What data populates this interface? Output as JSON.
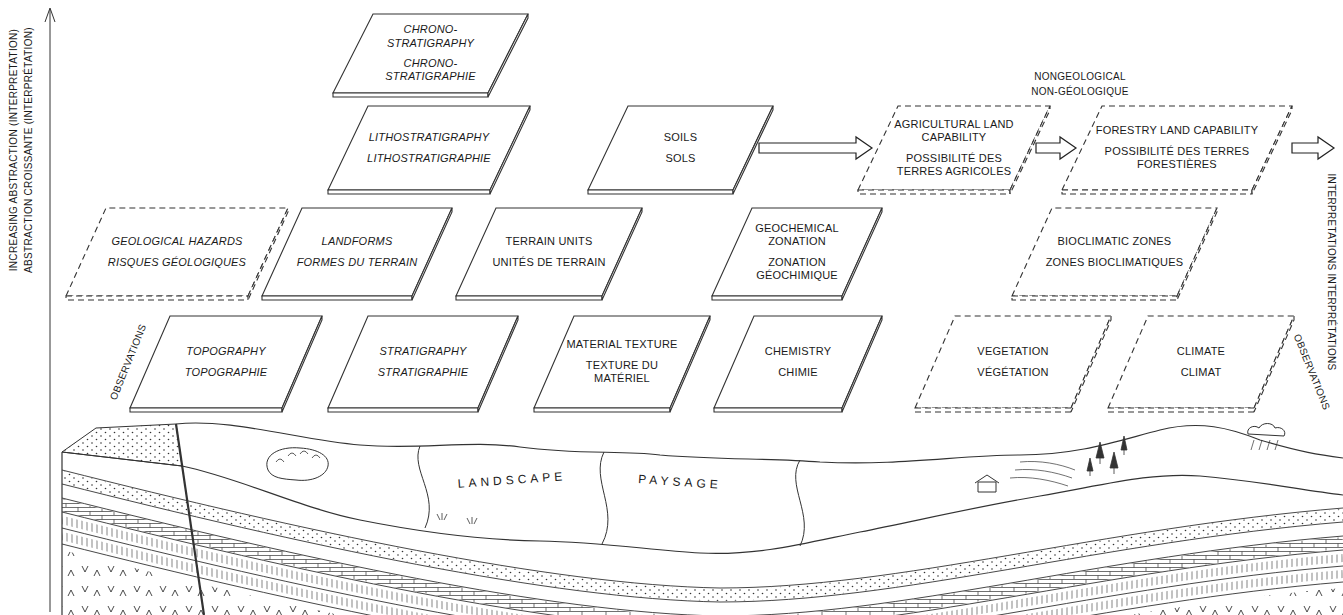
{
  "diagram": {
    "nodes": [
      {
        "text": [
          "CHRONO- STRATIGRAPHY",
          "CHRONO- STRATIGRAPHIE"
        ]
      },
      {
        "text": [
          "LITHOSTRATIGRAPHY",
          "LITHOSTRATIGRAPHIE"
        ]
      },
      {
        "text": [
          "SOILS",
          "SOLS"
        ]
      },
      {
        "text": [
          "AGRICULTURAL LAND CAPABILITY",
          "POSSIBILITÉ DES TERRES AGRICOLES"
        ]
      },
      {
        "text": [
          "FORESTRY LAND CAPABILITY",
          "POSSIBILITÉ DES TERRES FORESTIÈRES"
        ]
      },
      {
        "text": [
          "GEOLOGICAL HAZARDS",
          "RISQUES GÉOLOGIQUES"
        ]
      },
      {
        "text": [
          "LANDFORMS",
          "FORMES DU TERRAIN"
        ]
      },
      {
        "text": [
          "TERRAIN UNITS",
          "UNITÉS DE TERRAIN"
        ]
      },
      {
        "text": [
          "GEOCHEMICAL ZONATION",
          "ZONATION GÉOCHIMIQUE"
        ]
      },
      {
        "text": [
          "BIOCLIMATIC ZONES",
          "ZONES BIOCLIMATIQUES"
        ]
      },
      {
        "text": [
          "TOPOGRAPHY",
          "TOPOGRAPHIE"
        ]
      },
      {
        "text": [
          "STRATIGRAPHY",
          "STRATIGRAPHIE"
        ]
      },
      {
        "text": [
          "MATERIAL TEXTURE",
          "TEXTURE DU MATÉRIEL"
        ]
      },
      {
        "text": [
          "CHEMISTRY",
          "CHIMIE"
        ]
      },
      {
        "text": [
          "VEGETATION",
          "VÉGÉTATION"
        ]
      },
      {
        "text": [
          "CLIMATE",
          "CLIMAT"
        ]
      }
    ],
    "edges": [
      {
        "from": 2,
        "to": 3,
        "arrow": "to"
      },
      {
        "from": 3,
        "to": 4,
        "arrow": "to"
      }
    ],
    "labels": [
      "NONGEOLOGICAL",
      "NON-GÉOLOGIQUE",
      "INCREASING ABSTRACTION (INTERPRETATION)",
      "ABSTRACTION CROISSANTE (INTERPRÉTATION)",
      "OBSERVATIONS",
      "OBSERVATIONS",
      "INTERPRETATIONS",
      "INTERPRÉTATIONS",
      "LANDSCAPE",
      "PAYSAGE"
    ]
  }
}
